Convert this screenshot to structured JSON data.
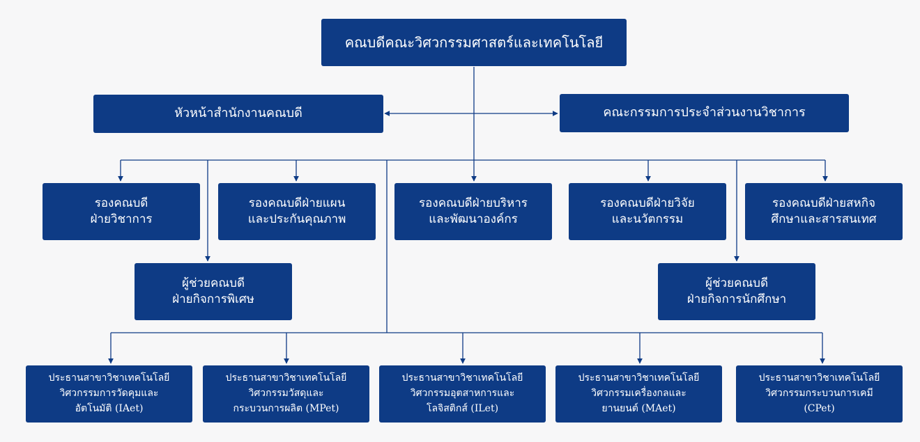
{
  "org": {
    "dean": "คณบดีคณะวิศวกรรมศาสตร์และเทคโนโลยี",
    "office_head": "หัวหน้าสำนักงานคณบดี",
    "committee": "คณะกรรมการประจำส่วนงานวิชาการ",
    "vice_deans": [
      {
        "line1": "รองคณบดี",
        "line2": "ฝ่ายวิชาการ"
      },
      {
        "line1": "รองคณบดีฝ่ายแผน",
        "line2": "และประกันคุณภาพ"
      },
      {
        "line1": "รองคณบดีฝ่ายบริหาร",
        "line2": "และพัฒนาองค์กร"
      },
      {
        "line1": "รองคณบดีฝ่ายวิจัย",
        "line2": "และนวัตกรรม"
      },
      {
        "line1": "รองคณบดีฝ่ายสหกิจ",
        "line2": "ศึกษาและสารสนเทศ"
      }
    ],
    "assistants": [
      {
        "line1": "ผู้ช่วยคณบดี",
        "line2": "ฝ่ายกิจการพิเศษ"
      },
      {
        "line1": "ผู้ช่วยคณบดี",
        "line2": "ฝ่ายกิจการนักศึกษา"
      }
    ],
    "program_chairs": [
      {
        "line1": "ประธานสาขาวิชาเทคโนโลยี",
        "line2": "วิศวกรรมการวัดคุมและ",
        "line3": "อัตโนมัติ (IAet)"
      },
      {
        "line1": "ประธานสาขาวิชาเทคโนโลยี",
        "line2": "วิศวกรรมวัสดุและ",
        "line3": "กระบวนการผลิต (MPet)"
      },
      {
        "line1": "ประธานสาขาวิชาเทคโนโลยี",
        "line2": "วิศวกรรมอุตสาหการและ",
        "line3": "โลจิสติกส์ (ILet)"
      },
      {
        "line1": "ประธานสาขาวิชาเทคโนโลยี",
        "line2": "วิศวกรรมเครื่องกลและ",
        "line3": "ยานยนต์ (MAet)"
      },
      {
        "line1": "ประธานสาขาวิชาเทคโนโลยี",
        "line2": "วิศวกรรมกระบวนการเคมี",
        "line3": "(CPet)"
      }
    ]
  },
  "colors": {
    "box": "#0e3b85",
    "line": "#0e3b85",
    "text": "#ffffff",
    "background": "#f7f7f8"
  }
}
